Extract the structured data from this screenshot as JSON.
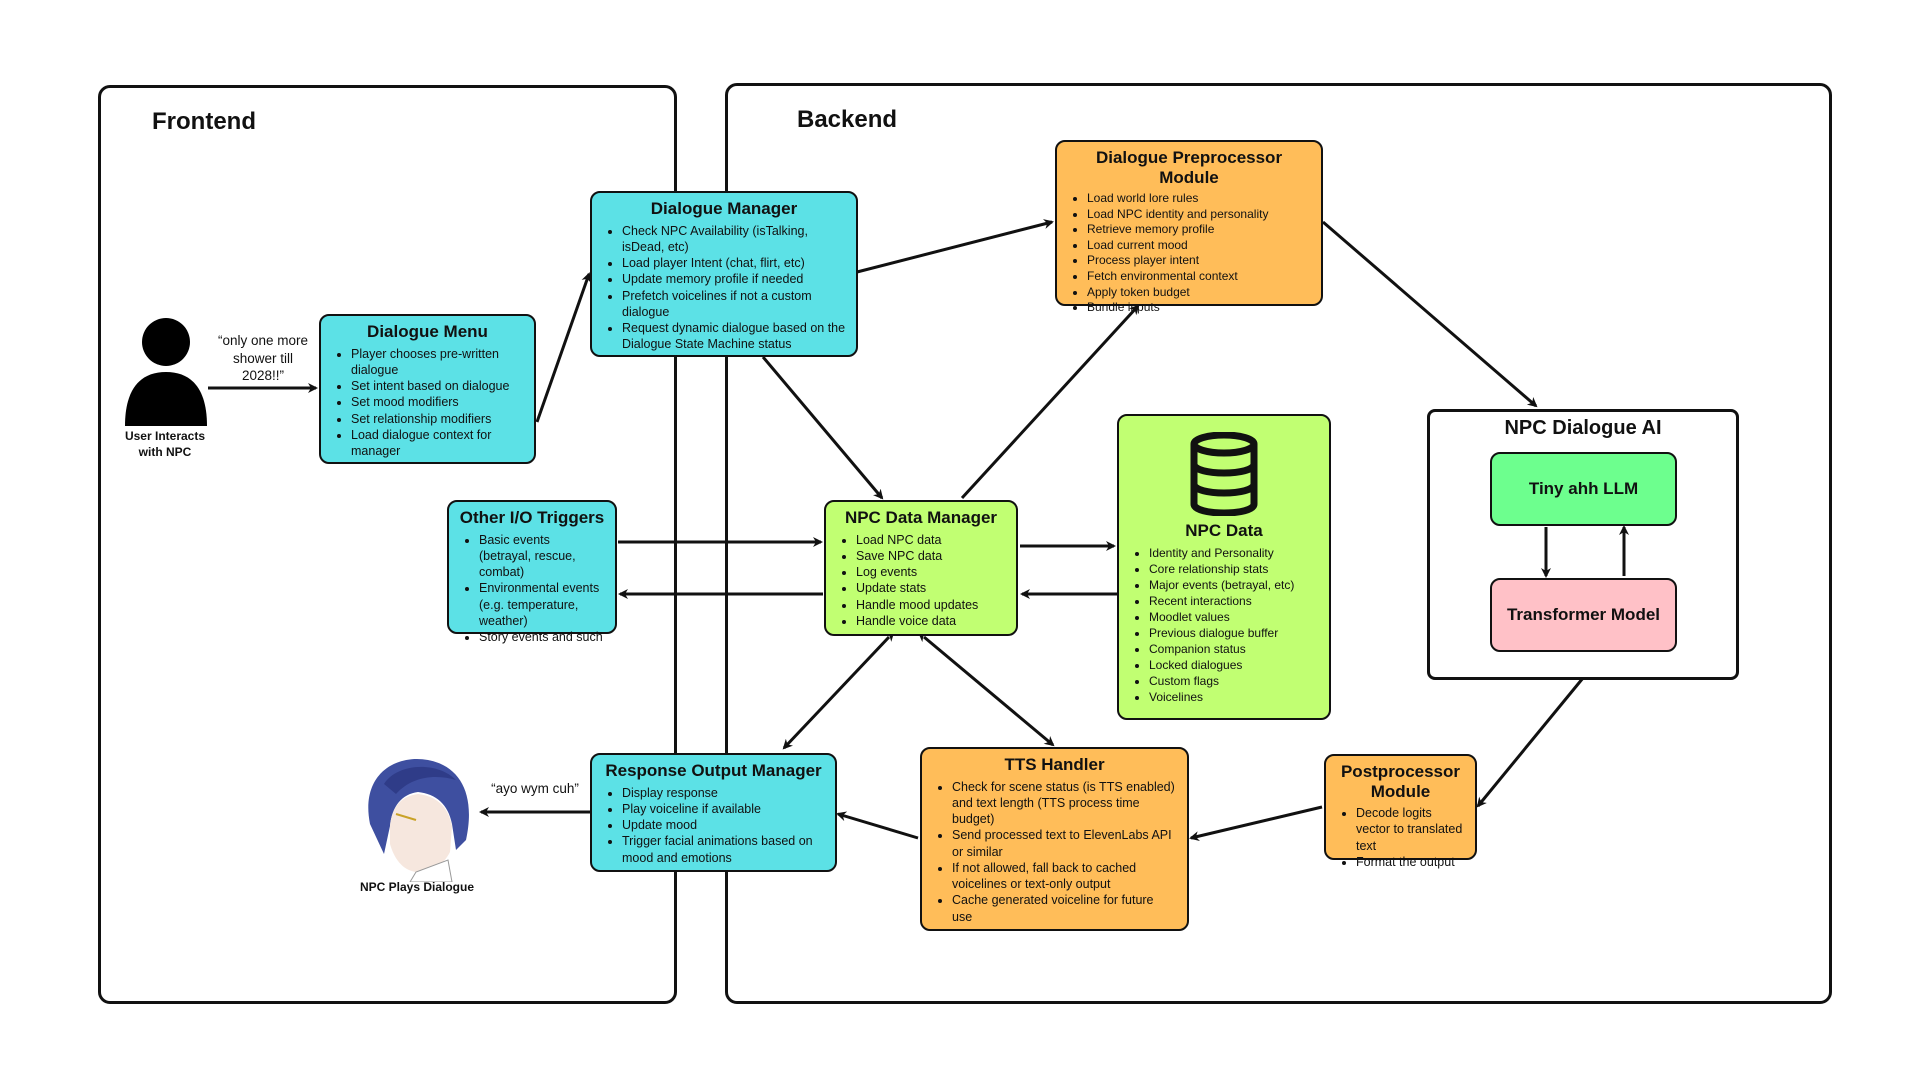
{
  "regions": {
    "frontend": "Frontend",
    "backend": "Backend",
    "npc_ai": "NPC Dialogue AI"
  },
  "user": {
    "caption": "User Interacts\nwith NPC",
    "quote": "“only one more\nshower till\n2028!!”"
  },
  "npc_plays": {
    "caption": "NPC Plays Dialogue",
    "quote": "“ayo wym cuh”"
  },
  "dialogue_menu": {
    "title": "Dialogue Menu",
    "items": [
      "Player chooses pre-written dialogue",
      "Set intent based on dialogue",
      "Set mood modifiers",
      "Set relationship modifiers",
      "Load dialogue context for manager"
    ]
  },
  "dialogue_manager": {
    "title": "Dialogue Manager",
    "items": [
      "Check NPC Availability (isTalking, isDead, etc)",
      "Load player Intent (chat, flirt, etc)",
      "Update memory profile if needed",
      "Prefetch voicelines if not a custom dialogue",
      "Request dynamic dialogue based on the Dialogue State Machine status"
    ]
  },
  "preprocessor": {
    "title": "Dialogue Preprocessor Module",
    "items": [
      "Load world lore rules",
      "Load NPC identity and personality",
      "Retrieve memory profile",
      "Load current mood",
      "Process player intent",
      "Fetch environmental context",
      "Apply token budget",
      "Bundle inputs"
    ]
  },
  "other_io": {
    "title": "Other I/O Triggers",
    "items": [
      "Basic events (betrayal, rescue, combat)",
      "Environmental events (e.g. temperature, weather)",
      "Story events and such"
    ]
  },
  "npc_data_manager": {
    "title": "NPC Data Manager",
    "items": [
      "Load NPC data",
      "Save NPC data",
      "Log events",
      "Update stats",
      "Handle mood updates",
      "Handle voice data"
    ]
  },
  "npc_data": {
    "title": "NPC Data",
    "icon": "database-icon",
    "items": [
      "Identity and Personality",
      "Core relationship stats",
      "Major events (betrayal, etc)",
      "Recent interactions",
      "Moodlet values",
      "Previous dialogue buffer",
      "Companion status",
      "Locked dialogues",
      "Custom flags",
      "Voicelines"
    ]
  },
  "tiny_llm": {
    "title": "Tiny ahh LLM"
  },
  "transformer": {
    "title": "Transformer Model"
  },
  "postprocessor": {
    "title": "Postprocessor Module",
    "items": [
      "Decode logits vector to translated text",
      "Format the output"
    ]
  },
  "tts": {
    "title": "TTS Handler",
    "items": [
      "Check for scene status (is TTS enabled) and text length (TTS process time budget)",
      "Send processed text to ElevenLabs API or similar",
      "If not allowed, fall back to cached voicelines or text-only output",
      "Cache generated voiceline for future use"
    ]
  },
  "response_output": {
    "title": "Response Output Manager",
    "items": [
      "Display response",
      "Play voiceline if available",
      "Update mood",
      "Trigger facial animations based on mood and emotions"
    ]
  }
}
